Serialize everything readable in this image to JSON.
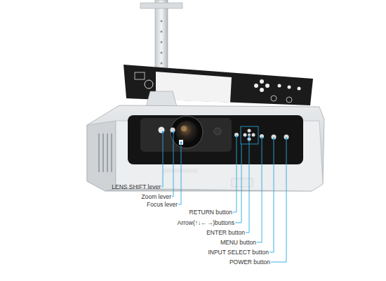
{
  "diagram": {
    "labels": [
      "LENS SHIFT lever",
      "Zoom lever",
      "Focus lever",
      "RETURN button",
      "Arrow(↑↓←→)buttons",
      "ENTER button",
      "MENU button",
      "INPUT SELECT button",
      "POWER button"
    ]
  }
}
